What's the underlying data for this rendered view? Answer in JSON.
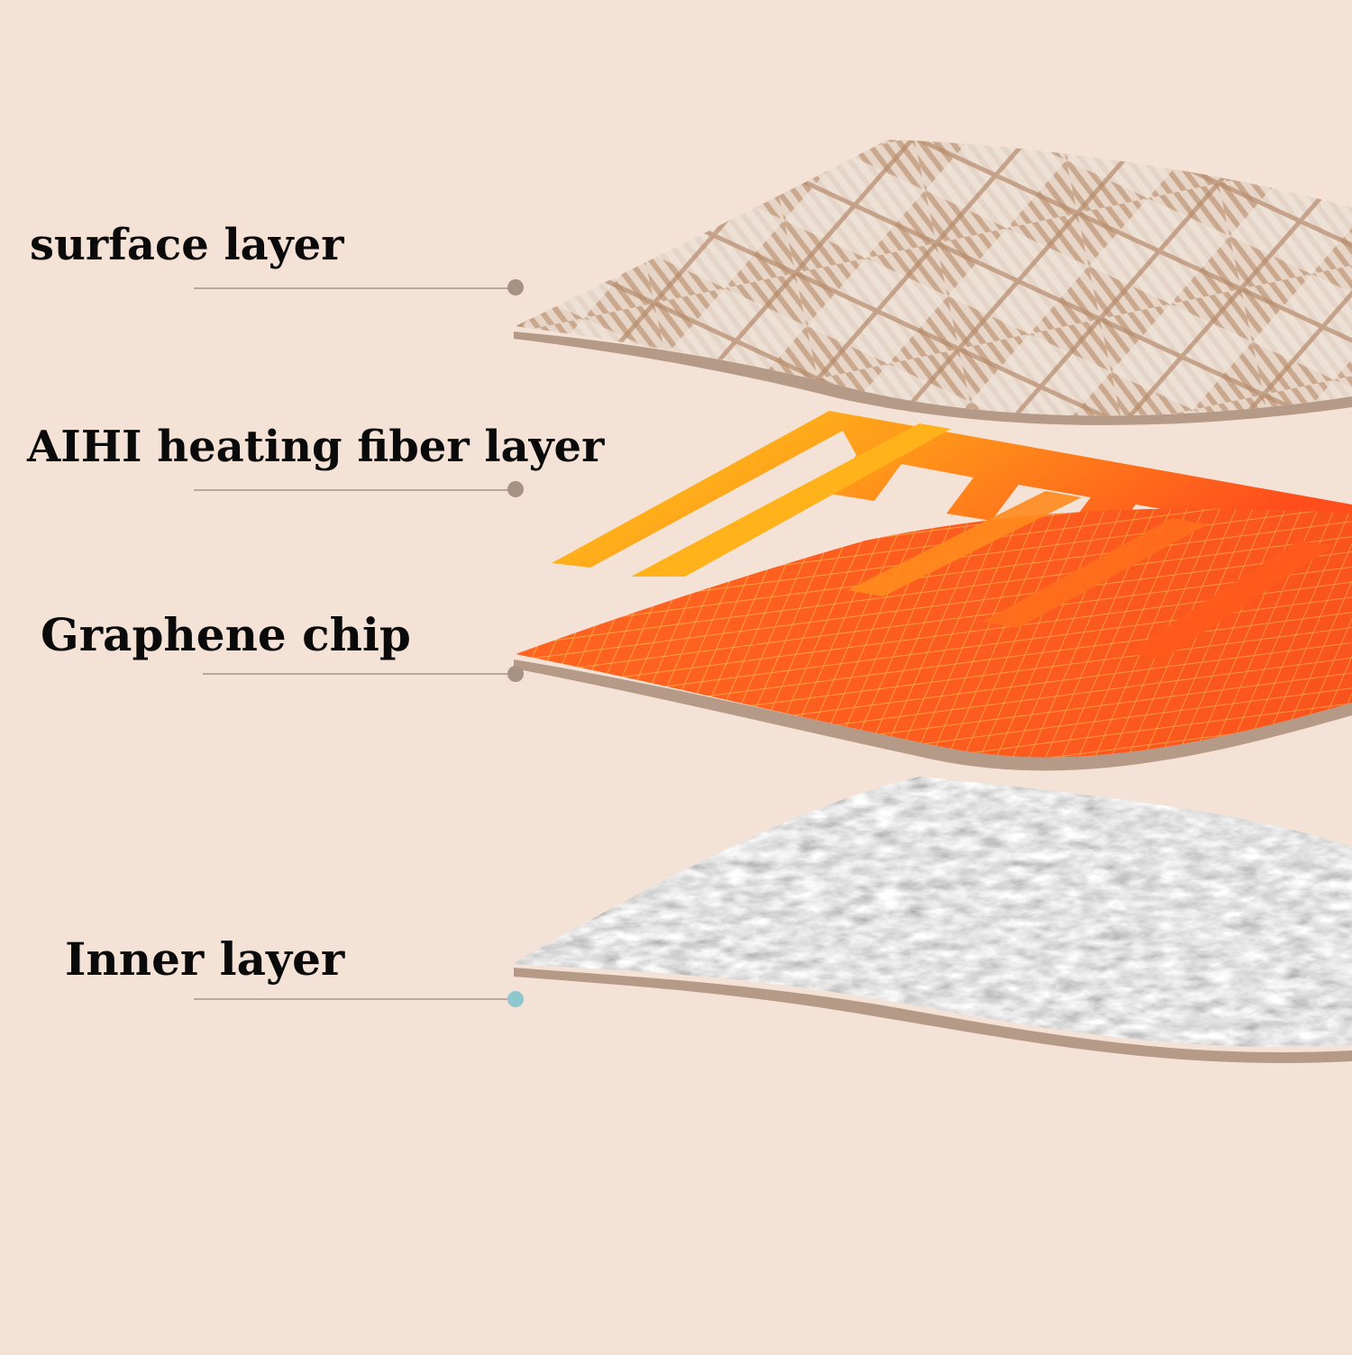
{
  "layers": [
    {
      "id": "surface",
      "label": "surface layer"
    },
    {
      "id": "heating",
      "label": "AIHI heating fiber layer"
    },
    {
      "id": "graphene",
      "label": "Graphene chip"
    },
    {
      "id": "inner",
      "label": "Inner layer"
    }
  ],
  "colors": {
    "background": "#f4e2d6",
    "label_text": "#0a0a0a",
    "leader_line": "#b9a79a",
    "leader_dot": "#a89283",
    "leader_dot_inner": "#8fc7d1",
    "surface_fabric": "#d8bfa9",
    "heating_start": "#ffd21a",
    "heating_end": "#ff5a1c",
    "graphene_mesh": "#ff6a1a",
    "inner_fur": "#bdbdbd"
  }
}
